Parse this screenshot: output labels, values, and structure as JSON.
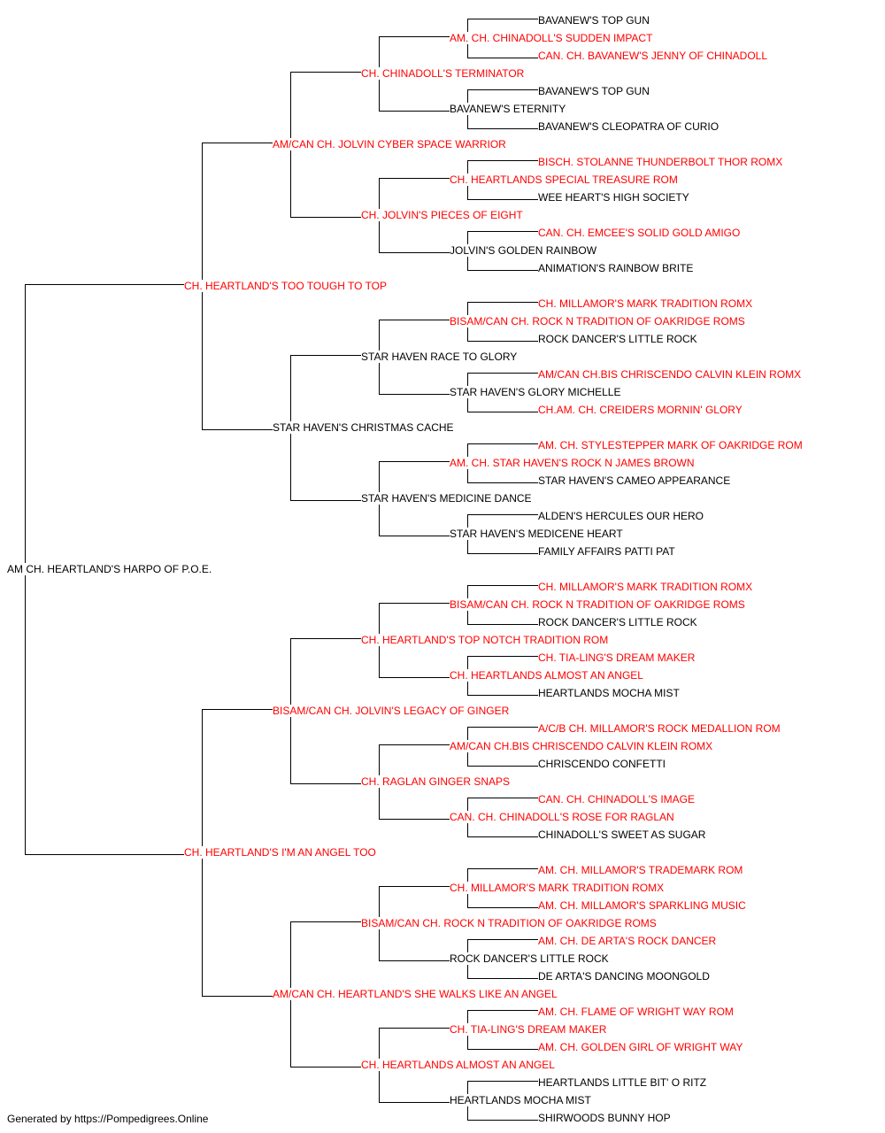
{
  "colors": {
    "champion": "#ff0000",
    "plain": "#000000",
    "line": "#000000"
  },
  "pedigree": {
    "name": "AM CH. HEARTLAND'S HARPO OF P.O.E.",
    "red": false,
    "sire": {
      "name": "CH. HEARTLAND'S TOO TOUGH TO TOP",
      "red": true,
      "sire": {
        "name": "AM/CAN CH. JOLVIN CYBER SPACE WARRIOR",
        "red": true,
        "sire": {
          "name": "CH. CHINADOLL'S TERMINATOR",
          "red": true,
          "sire": {
            "name": "AM. CH. CHINADOLL'S SUDDEN IMPACT",
            "red": true,
            "sire": {
              "name": "BAVANEW'S TOP GUN",
              "red": false
            },
            "dam": {
              "name": "CAN. CH. BAVANEW'S JENNY OF CHINADOLL",
              "red": true
            }
          },
          "dam": {
            "name": "BAVANEW'S ETERNITY",
            "red": false,
            "sire": {
              "name": "BAVANEW'S TOP GUN",
              "red": false
            },
            "dam": {
              "name": "BAVANEW'S CLEOPATRA OF CURIO",
              "red": false
            }
          }
        },
        "dam": {
          "name": "CH. JOLVIN'S PIECES OF EIGHT",
          "red": true,
          "sire": {
            "name": "CH. HEARTLANDS SPECIAL TREASURE ROM",
            "red": true,
            "sire": {
              "name": "BISCH. STOLANNE THUNDERBOLT THOR ROMX",
              "red": true
            },
            "dam": {
              "name": "WEE HEART'S HIGH SOCIETY",
              "red": false
            }
          },
          "dam": {
            "name": "JOLVIN'S GOLDEN RAINBOW",
            "red": false,
            "sire": {
              "name": "CAN. CH. EMCEE'S SOLID GOLD AMIGO",
              "red": true
            },
            "dam": {
              "name": "ANIMATION'S RAINBOW BRITE",
              "red": false
            }
          }
        }
      },
      "dam": {
        "name": "STAR HAVEN'S CHRISTMAS CACHE",
        "red": false,
        "sire": {
          "name": "STAR HAVEN RACE TO GLORY",
          "red": false,
          "sire": {
            "name": "BISAM/CAN CH. ROCK N TRADITION OF OAKRIDGE ROMS",
            "red": true,
            "sire": {
              "name": "CH. MILLAMOR'S MARK TRADITION ROMX",
              "red": true
            },
            "dam": {
              "name": "ROCK DANCER'S LITTLE ROCK",
              "red": false
            }
          },
          "dam": {
            "name": "STAR HAVEN'S GLORY MICHELLE",
            "red": false,
            "sire": {
              "name": "AM/CAN CH.BIS CHRISCENDO CALVIN KLEIN ROMX",
              "red": true
            },
            "dam": {
              "name": "CH.AM. CH. CREIDERS MORNIN' GLORY",
              "red": true
            }
          }
        },
        "dam": {
          "name": "STAR HAVEN'S MEDICINE DANCE",
          "red": false,
          "sire": {
            "name": "AM. CH. STAR HAVEN'S ROCK N JAMES BROWN",
            "red": true,
            "sire": {
              "name": "AM. CH. STYLESTEPPER MARK OF OAKRIDGE ROM",
              "red": true
            },
            "dam": {
              "name": "STAR HAVEN'S CAMEO APPEARANCE",
              "red": false
            }
          },
          "dam": {
            "name": "STAR HAVEN'S MEDICENE HEART",
            "red": false,
            "sire": {
              "name": "ALDEN'S HERCULES OUR HERO",
              "red": false
            },
            "dam": {
              "name": "FAMILY AFFAIRS PATTI PAT",
              "red": false
            }
          }
        }
      }
    },
    "dam": {
      "name": "CH. HEARTLAND'S I'M AN ANGEL TOO",
      "red": true,
      "sire": {
        "name": "BISAM/CAN CH. JOLVIN'S LEGACY OF GINGER",
        "red": true,
        "sire": {
          "name": "CH. HEARTLAND'S TOP NOTCH TRADITION ROM",
          "red": true,
          "sire": {
            "name": "BISAM/CAN CH. ROCK N TRADITION OF OAKRIDGE ROMS",
            "red": true,
            "sire": {
              "name": "CH. MILLAMOR'S MARK TRADITION ROMX",
              "red": true
            },
            "dam": {
              "name": "ROCK DANCER'S LITTLE ROCK",
              "red": false
            }
          },
          "dam": {
            "name": "CH. HEARTLANDS ALMOST AN ANGEL",
            "red": true,
            "sire": {
              "name": "CH. TIA-LING'S DREAM MAKER",
              "red": true
            },
            "dam": {
              "name": "HEARTLANDS MOCHA MIST",
              "red": false
            }
          }
        },
        "dam": {
          "name": "CH. RAGLAN GINGER SNAPS",
          "red": true,
          "sire": {
            "name": "AM/CAN CH.BIS CHRISCENDO CALVIN KLEIN ROMX",
            "red": true,
            "sire": {
              "name": "A/C/B CH. MILLAMOR'S ROCK MEDALLION ROM",
              "red": true
            },
            "dam": {
              "name": "CHRISCENDO CONFETTI",
              "red": false
            }
          },
          "dam": {
            "name": "CAN. CH. CHINADOLL'S ROSE FOR RAGLAN",
            "red": true,
            "sire": {
              "name": "CAN. CH. CHINADOLL'S IMAGE",
              "red": true
            },
            "dam": {
              "name": "CHINADOLL'S SWEET AS SUGAR",
              "red": false
            }
          }
        }
      },
      "dam": {
        "name": "AM/CAN CH. HEARTLAND'S SHE WALKS LIKE AN ANGEL",
        "red": true,
        "sire": {
          "name": "BISAM/CAN CH. ROCK N TRADITION OF OAKRIDGE ROMS",
          "red": true,
          "sire": {
            "name": "CH. MILLAMOR'S MARK TRADITION ROMX",
            "red": true,
            "sire": {
              "name": "AM. CH. MILLAMOR'S TRADEMARK ROM",
              "red": true
            },
            "dam": {
              "name": "AM. CH. MILLAMOR'S SPARKLING MUSIC",
              "red": true
            }
          },
          "dam": {
            "name": "ROCK DANCER'S LITTLE ROCK",
            "red": false,
            "sire": {
              "name": "AM. CH. DE ARTA'S ROCK DANCER",
              "red": true
            },
            "dam": {
              "name": "DE ARTA'S DANCING MOONGOLD",
              "red": false
            }
          }
        },
        "dam": {
          "name": "CH. HEARTLANDS ALMOST AN ANGEL",
          "red": true,
          "sire": {
            "name": "CH. TIA-LING'S DREAM MAKER",
            "red": true,
            "sire": {
              "name": "AM. CH. FLAME OF WRIGHT WAY ROM",
              "red": true
            },
            "dam": {
              "name": "AM. CH. GOLDEN GIRL OF WRIGHT WAY",
              "red": true
            }
          },
          "dam": {
            "name": "HEARTLANDS MOCHA MIST",
            "red": false,
            "sire": {
              "name": "HEARTLANDS LITTLE BIT' O RITZ",
              "red": false
            },
            "dam": {
              "name": "SHIRWOODS BUNNY HOP",
              "red": false
            }
          }
        }
      }
    }
  },
  "footer": "Generated by https://Pompedigrees.Online"
}
